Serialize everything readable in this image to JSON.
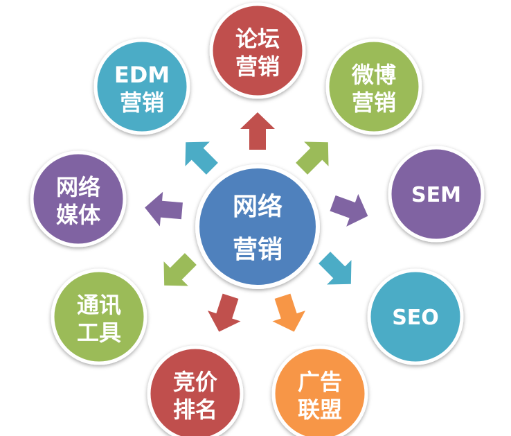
{
  "center": {
    "line1": "网络",
    "line2": "营销",
    "color": "#4F81BD"
  },
  "nodes": [
    {
      "id": "forum",
      "line1": "论坛",
      "line2": "营销",
      "color": "#C0504D",
      "arrow": "#C0504D"
    },
    {
      "id": "weibo",
      "line1": "微博",
      "line2": "营销",
      "color": "#9BBB59",
      "arrow": "#9BBB59"
    },
    {
      "id": "sem",
      "line1": "SEM",
      "line2": "",
      "color": "#8064A2",
      "arrow": "#8064A2"
    },
    {
      "id": "seo",
      "line1": "SEO",
      "line2": "",
      "color": "#4BACC6",
      "arrow": "#4BACC6"
    },
    {
      "id": "ads",
      "line1": "广告",
      "line2": "联盟",
      "color": "#F79646",
      "arrow": "#F79646"
    },
    {
      "id": "ranking",
      "line1": "竞价",
      "line2": "排名",
      "color": "#C0504D",
      "arrow": "#C0504D"
    },
    {
      "id": "im",
      "line1": "通讯",
      "line2": "工具",
      "color": "#9BBB59",
      "arrow": "#9BBB59"
    },
    {
      "id": "media",
      "line1": "网络",
      "line2": "媒体",
      "color": "#8064A2",
      "arrow": "#8064A2"
    },
    {
      "id": "edm",
      "line1": "EDM",
      "line2": "营销",
      "color": "#4BACC6",
      "arrow": "#4BACC6"
    }
  ]
}
